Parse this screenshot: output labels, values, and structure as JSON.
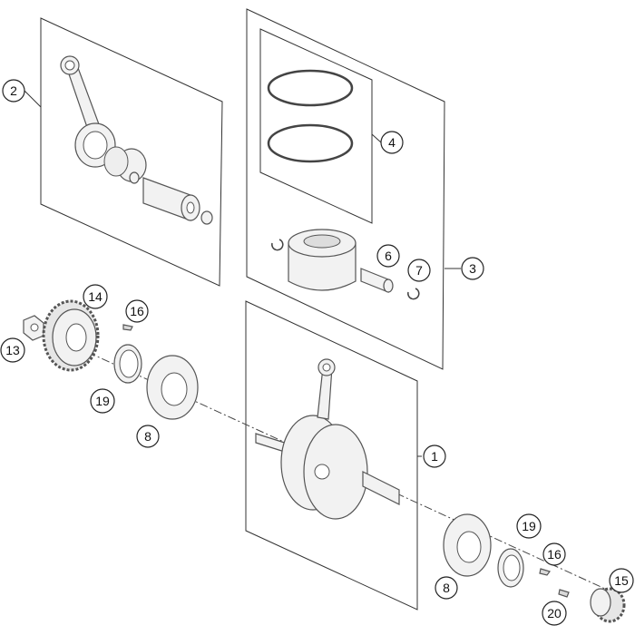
{
  "diagram": {
    "title": "Crankshaft, piston exploded view",
    "callouts": [
      {
        "id": "c2",
        "label": "2"
      },
      {
        "id": "c4",
        "label": "4"
      },
      {
        "id": "c3",
        "label": "3"
      },
      {
        "id": "c6",
        "label": "6"
      },
      {
        "id": "c7",
        "label": "7"
      },
      {
        "id": "c14",
        "label": "14"
      },
      {
        "id": "c16a",
        "label": "16"
      },
      {
        "id": "c13",
        "label": "13"
      },
      {
        "id": "c19a",
        "label": "19"
      },
      {
        "id": "c8a",
        "label": "8"
      },
      {
        "id": "c1",
        "label": "1"
      },
      {
        "id": "c19b",
        "label": "19"
      },
      {
        "id": "c16b",
        "label": "16"
      },
      {
        "id": "c8b",
        "label": "8"
      },
      {
        "id": "c15",
        "label": "15"
      },
      {
        "id": "c20",
        "label": "20"
      }
    ]
  }
}
